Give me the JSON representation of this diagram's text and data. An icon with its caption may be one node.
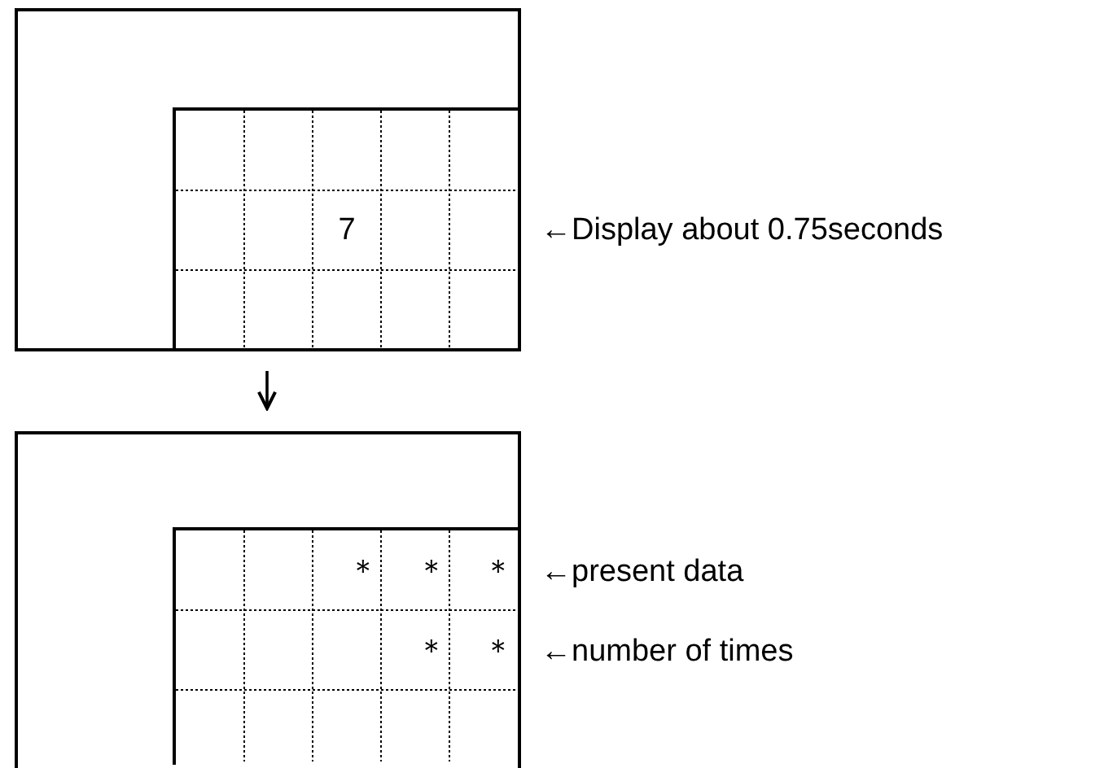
{
  "diagram": {
    "nodes": [
      {
        "text": [],
        "shape": "box"
      },
      {
        "text": [],
        "shape": "box",
        "in": 0
      },
      {
        "text": [],
        "shape": "box"
      },
      {
        "text": [],
        "shape": "box",
        "in": 2
      }
    ],
    "edges": [
      {
        "from": 0,
        "to": 2,
        "arrow": "to"
      }
    ],
    "labels": [
      "7",
      "←Display about 0.75seconds",
      "＊",
      "＊",
      "＊",
      "←present data",
      "＊",
      "＊",
      "←number of times"
    ]
  }
}
